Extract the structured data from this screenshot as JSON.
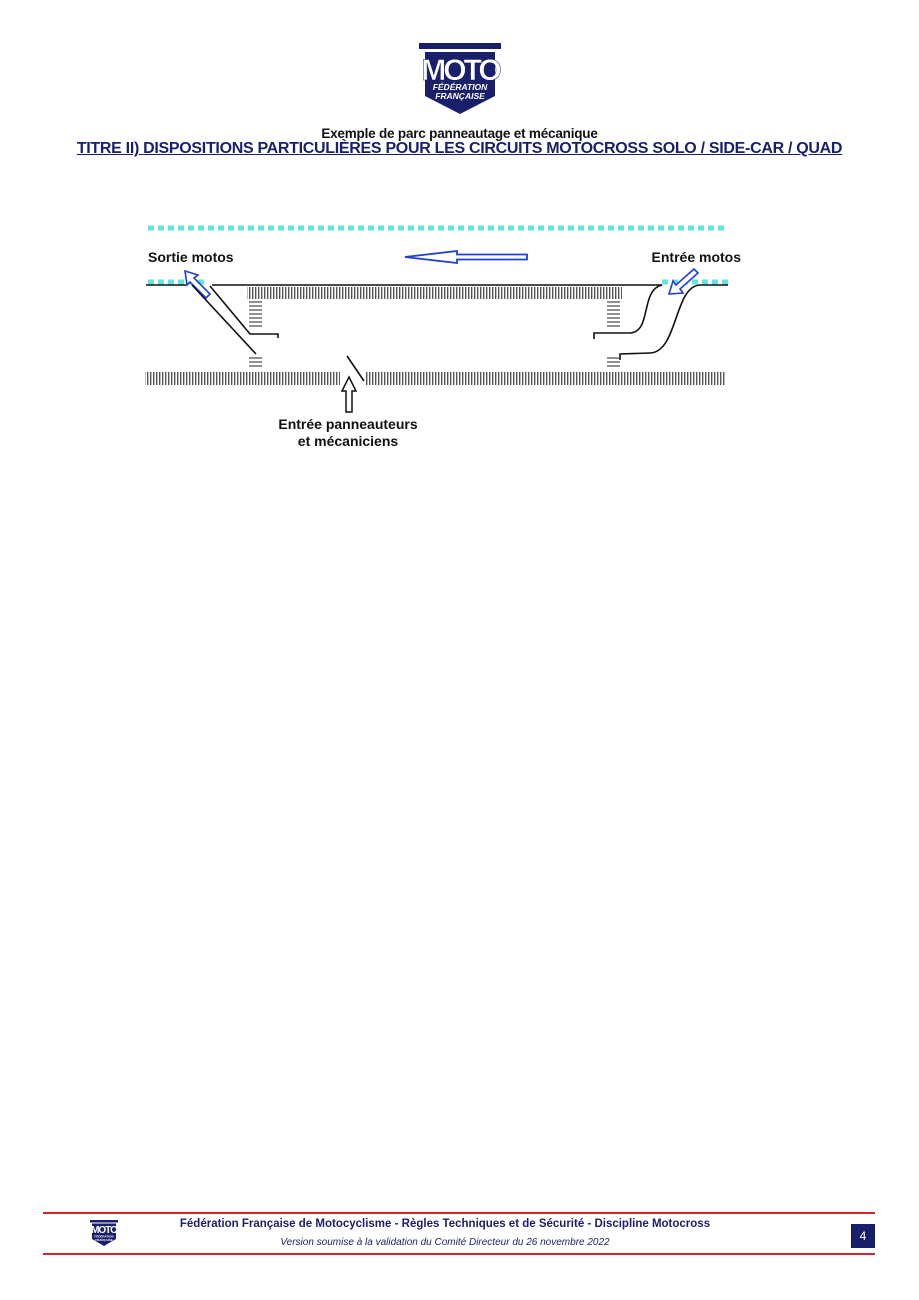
{
  "logo": {
    "word": "MOTO",
    "line1": "FÉDÉRATION",
    "line2": "FRANÇAISE",
    "color": "#1a1f6b"
  },
  "header": {
    "subtitle": "Exemple de parc panneautage et mécanique",
    "title": "TITRE II) DISPOSITIONS PARTICULIÈRES POUR LES CIRCUITS MOTOCROSS SOLO / SIDE-CAR / QUAD"
  },
  "diagram": {
    "label_exit": "Sortie motos",
    "label_entry": "Entrée motos",
    "label_staff_line1": "Entrée panneauteurs",
    "label_staff_line2": "et mécaniciens",
    "colors": {
      "track_dashes": "#5ee6e0",
      "arrows": "#1f3fd6",
      "fence": "#555555"
    }
  },
  "footer": {
    "title": "Fédération Française de Motocyclisme - Règles Techniques et de Sécurité - Discipline Motocross",
    "version": "Version soumise à la validation du Comité Directeur du 26 novembre 2022",
    "page_number": "4",
    "rule_color": "#d8232a"
  }
}
